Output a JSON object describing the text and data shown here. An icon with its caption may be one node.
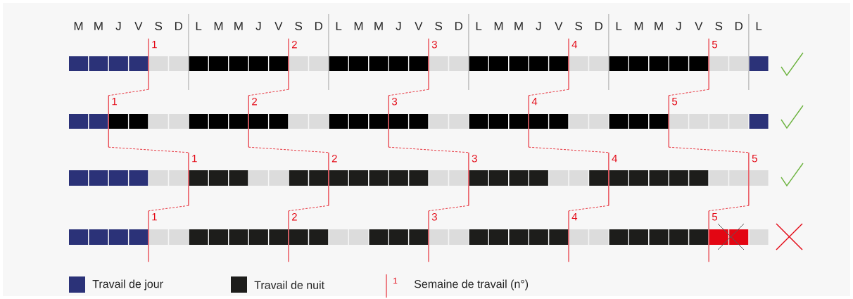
{
  "diagram": {
    "nodes": [
      {
        "text": [
          "1"
        ]
      },
      {
        "text": [
          "2"
        ]
      },
      {
        "text": [
          "3"
        ]
      },
      {
        "text": [
          "4"
        ]
      },
      {
        "text": [
          "5"
        ]
      },
      {
        "text": [
          "1"
        ]
      },
      {
        "text": [
          "2"
        ]
      },
      {
        "text": [
          "3"
        ]
      },
      {
        "text": [
          "4"
        ]
      },
      {
        "text": [
          "5"
        ]
      },
      {
        "text": [
          "1"
        ]
      },
      {
        "text": [
          "2"
        ]
      },
      {
        "text": [
          "3"
        ]
      },
      {
        "text": [
          "4"
        ]
      },
      {
        "text": [
          "5"
        ]
      },
      {
        "text": [
          "1"
        ]
      },
      {
        "text": [
          "2"
        ]
      },
      {
        "text": [
          "3"
        ]
      },
      {
        "text": [
          "4"
        ]
      },
      {
        "text": [
          "5"
        ]
      }
    ],
    "edges": [
      {
        "from": 0,
        "to": 5,
        "arrow": "none",
        "style": "dashed"
      },
      {
        "from": 1,
        "to": 6,
        "arrow": "none",
        "style": "dashed"
      },
      {
        "from": 2,
        "to": 7,
        "arrow": "none",
        "style": "dashed"
      },
      {
        "from": 3,
        "to": 8,
        "arrow": "none",
        "style": "dashed"
      },
      {
        "from": 4,
        "to": 9,
        "arrow": "none",
        "style": "dashed"
      },
      {
        "from": 5,
        "to": 10,
        "arrow": "none",
        "style": "dashed"
      },
      {
        "from": 6,
        "to": 11,
        "arrow": "none",
        "style": "dashed"
      },
      {
        "from": 7,
        "to": 12,
        "arrow": "none",
        "style": "dashed"
      },
      {
        "from": 8,
        "to": 13,
        "arrow": "none",
        "style": "dashed"
      },
      {
        "from": 9,
        "to": 14,
        "arrow": "none",
        "style": "dashed"
      },
      {
        "from": 10,
        "to": 15,
        "arrow": "none",
        "style": "dashed"
      },
      {
        "from": 11,
        "to": 16,
        "arrow": "none",
        "style": "dashed"
      },
      {
        "from": 12,
        "to": 17,
        "arrow": "none",
        "style": "dashed"
      },
      {
        "from": 13,
        "to": 18,
        "arrow": "none",
        "style": "dashed"
      },
      {
        "from": 14,
        "to": 19,
        "arrow": "none",
        "style": "dashed"
      }
    ],
    "labels": [
      "M",
      "M",
      "J",
      "V",
      "S",
      "D",
      "L",
      "M",
      "M",
      "J",
      "V",
      "S",
      "D",
      "L",
      "M",
      "M",
      "J",
      "V",
      "S",
      "D",
      "L",
      "M",
      "M",
      "J",
      "V",
      "S",
      "D",
      "L",
      "M",
      "M",
      "J",
      "V",
      "S",
      "D",
      "L",
      "1"
    ],
    "legend": [
      {
        "text": "Travail de jour",
        "color": "#2b3278"
      },
      {
        "text": "Travail de nuit",
        "color": "#1d1d1b"
      },
      {
        "text": "Semaine de travail (n°)"
      }
    ]
  }
}
